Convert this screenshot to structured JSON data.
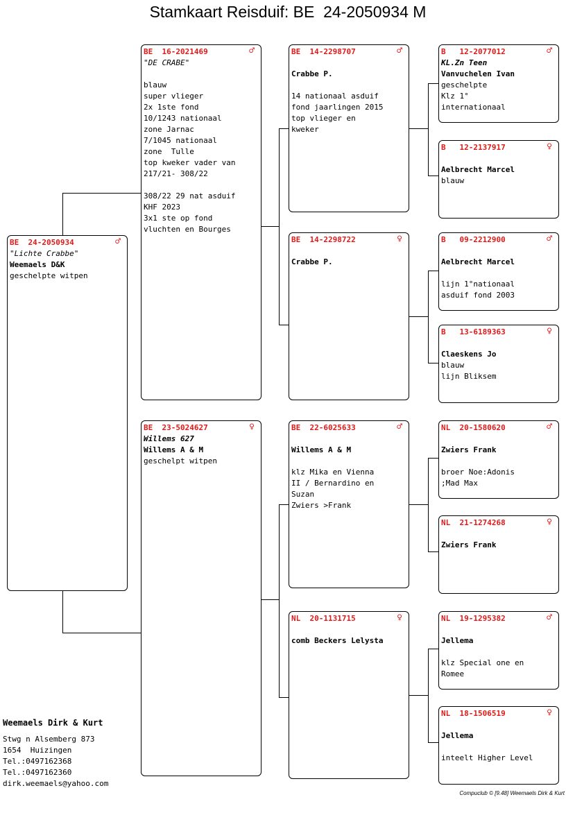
{
  "title": "Stamkaart Reisduif: BE  24-2050934 M",
  "symbols": {
    "male": "♂",
    "female": "♀"
  },
  "colors": {
    "ring": "#e01919",
    "text": "#000000"
  },
  "birds": [
    {
      "id": "subject",
      "ring": "BE  24-2050934",
      "sex": "male",
      "lines": [
        {
          "t": "\"Lichte Crabbe\"",
          "s": "i"
        },
        {
          "t": "Weemaels D&K",
          "s": "b"
        },
        {
          "t": "geschelpte witpen",
          "s": ""
        }
      ]
    },
    {
      "id": "father",
      "ring": "BE  16-2021469",
      "sex": "male",
      "lines": [
        {
          "t": "\"DE CRABE\"",
          "s": "i"
        },
        {
          "t": "",
          "s": ""
        },
        {
          "t": "blauw",
          "s": ""
        },
        {
          "t": "super vlieger",
          "s": ""
        },
        {
          "t": "2x 1ste fond",
          "s": ""
        },
        {
          "t": "10/1243 nationaal",
          "s": ""
        },
        {
          "t": "zone Jarnac",
          "s": ""
        },
        {
          "t": "7/1045 nationaal",
          "s": ""
        },
        {
          "t": "zone  Tulle",
          "s": ""
        },
        {
          "t": "top kweker vader van",
          "s": ""
        },
        {
          "t": "217/21- 308/22",
          "s": ""
        },
        {
          "t": "",
          "s": ""
        },
        {
          "t": "308/22 29 nat asduif",
          "s": ""
        },
        {
          "t": "KHF 2023",
          "s": ""
        },
        {
          "t": "3x1 ste op fond",
          "s": ""
        },
        {
          "t": "vluchten en Bourges",
          "s": ""
        }
      ]
    },
    {
      "id": "mother",
      "ring": "BE  23-5024627",
      "sex": "female",
      "lines": [
        {
          "t": "Willems 627",
          "s": "bi"
        },
        {
          "t": "Willems A & M",
          "s": "b"
        },
        {
          "t": "geschelpt witpen",
          "s": ""
        }
      ]
    },
    {
      "id": "ff",
      "ring": "BE  14-2298707",
      "sex": "male",
      "lines": [
        {
          "t": "",
          "s": ""
        },
        {
          "t": "Crabbe P.",
          "s": "b"
        },
        {
          "t": "",
          "s": ""
        },
        {
          "t": "14 nationaal asduif",
          "s": ""
        },
        {
          "t": "fond jaarlingen 2015",
          "s": ""
        },
        {
          "t": "top vlieger en",
          "s": ""
        },
        {
          "t": "kweker",
          "s": ""
        }
      ]
    },
    {
      "id": "fm",
      "ring": "BE  14-2298722",
      "sex": "female",
      "lines": [
        {
          "t": "",
          "s": ""
        },
        {
          "t": "Crabbe P.",
          "s": "b"
        }
      ]
    },
    {
      "id": "mf",
      "ring": "BE  22-6025633",
      "sex": "male",
      "lines": [
        {
          "t": "",
          "s": ""
        },
        {
          "t": "Willems A & M",
          "s": "b"
        },
        {
          "t": "",
          "s": ""
        },
        {
          "t": "klz Mika en Vienna",
          "s": ""
        },
        {
          "t": "II / Bernardino en",
          "s": ""
        },
        {
          "t": "Suzan",
          "s": ""
        },
        {
          "t": "Zwiers >Frank",
          "s": ""
        }
      ]
    },
    {
      "id": "mm",
      "ring": "NL  20-1131715",
      "sex": "female",
      "lines": [
        {
          "t": "",
          "s": ""
        },
        {
          "t": "comb Beckers Lelysta",
          "s": "b"
        }
      ]
    },
    {
      "id": "fff",
      "ring": "B   12-2077012",
      "sex": "male",
      "lines": [
        {
          "t": "KL.Zn Teen",
          "s": "bi"
        },
        {
          "t": "Vanvuchelen Ivan",
          "s": "b"
        },
        {
          "t": "geschelpte",
          "s": ""
        },
        {
          "t": "Klz 1°",
          "s": ""
        },
        {
          "t": "internationaal",
          "s": ""
        }
      ]
    },
    {
      "id": "ffm",
      "ring": "B   12-2137917",
      "sex": "female",
      "lines": [
        {
          "t": "",
          "s": ""
        },
        {
          "t": "Aelbrecht Marcel",
          "s": "b"
        },
        {
          "t": "blauw",
          "s": ""
        }
      ]
    },
    {
      "id": "fmf",
      "ring": "B   09-2212900",
      "sex": "male",
      "lines": [
        {
          "t": "",
          "s": ""
        },
        {
          "t": "Aelbrecht Marcel",
          "s": "b"
        },
        {
          "t": "",
          "s": ""
        },
        {
          "t": "lijn 1°nationaal",
          "s": ""
        },
        {
          "t": "asduif fond 2003",
          "s": ""
        }
      ]
    },
    {
      "id": "fmm",
      "ring": "B   13-6189363",
      "sex": "female",
      "lines": [
        {
          "t": "",
          "s": ""
        },
        {
          "t": "Claeskens Jo",
          "s": "b"
        },
        {
          "t": "blauw",
          "s": ""
        },
        {
          "t": "lijn Bliksem",
          "s": ""
        }
      ]
    },
    {
      "id": "mff",
      "ring": "NL  20-1580620",
      "sex": "male",
      "lines": [
        {
          "t": "",
          "s": ""
        },
        {
          "t": "Zwiers Frank",
          "s": "b"
        },
        {
          "t": "",
          "s": ""
        },
        {
          "t": "broer Noe:Adonis",
          "s": ""
        },
        {
          "t": ";Mad Max",
          "s": ""
        }
      ]
    },
    {
      "id": "mfm",
      "ring": "NL  21-1274268",
      "sex": "female",
      "lines": [
        {
          "t": "",
          "s": ""
        },
        {
          "t": "Zwiers Frank",
          "s": "b"
        }
      ]
    },
    {
      "id": "mmf",
      "ring": "NL  19-1295382",
      "sex": "male",
      "lines": [
        {
          "t": "",
          "s": ""
        },
        {
          "t": "Jellema",
          "s": "b"
        },
        {
          "t": "",
          "s": ""
        },
        {
          "t": "klz Special one en",
          "s": ""
        },
        {
          "t": "Romee",
          "s": ""
        }
      ]
    },
    {
      "id": "mmm",
      "ring": "NL  18-1506519",
      "sex": "female",
      "lines": [
        {
          "t": "",
          "s": ""
        },
        {
          "t": "Jellema",
          "s": "b"
        },
        {
          "t": "",
          "s": ""
        },
        {
          "t": "inteelt Higher Level",
          "s": ""
        }
      ]
    }
  ],
  "owner": {
    "name": "Weemaels Dirk & Kurt",
    "lines": [
      "Stwg n Alsemberg 873",
      "1654  Huizingen",
      "Tel.:0497162368",
      "Tel.:0497162360",
      "dirk.weemaels@yahoo.com"
    ]
  },
  "footer": "Compuclub © [9.48]  Weemaels Dirk & Kurt"
}
